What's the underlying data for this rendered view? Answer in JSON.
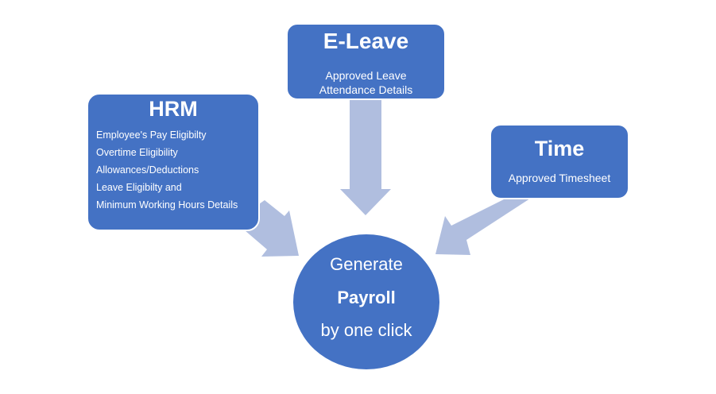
{
  "diagram": {
    "colors": {
      "box_fill": "#4472c4",
      "arrow_fill": "#b0bedf",
      "text": "#ffffff",
      "background": "#ffffff"
    },
    "sources": {
      "hrm": {
        "title": "HRM",
        "items": [
          "Employee's Pay Eligibilty",
          "Overtime Eligibility",
          "Allowances/Deductions",
          "Leave Eligibilty and",
          "Minimum Working Hours Details"
        ]
      },
      "eleave": {
        "title": "E-Leave",
        "items": [
          "Approved Leave",
          "Attendance Details"
        ]
      },
      "time": {
        "title": "Time",
        "items": [
          "Approved Timesheet"
        ]
      }
    },
    "target": {
      "line1": "Generate",
      "line2": "Payroll",
      "line3": "by one click"
    },
    "flows": [
      {
        "from": "HRM",
        "to": "Payroll"
      },
      {
        "from": "E-Leave",
        "to": "Payroll"
      },
      {
        "from": "Time",
        "to": "Payroll"
      }
    ]
  }
}
